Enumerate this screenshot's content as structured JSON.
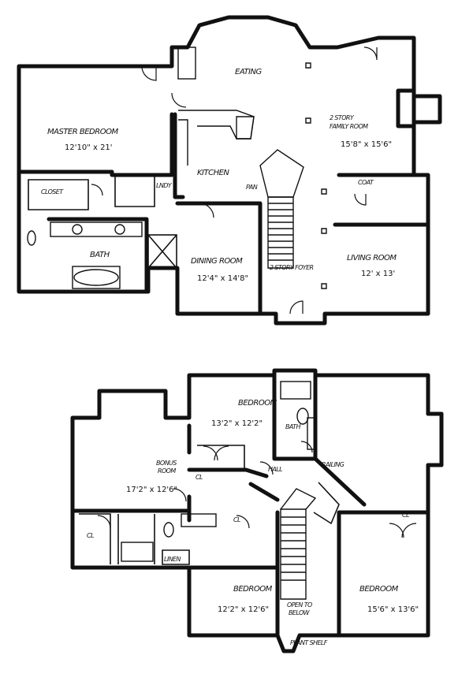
{
  "first_floor": {
    "bay_label": "EATING",
    "family_label_1": "2 STORY",
    "family_label_2": "FAMILY ROOM",
    "family_dim": "15'8\" x 15'6\"",
    "master_label": "MASTER BEDROOM",
    "master_dim": "12'10\" x 21'",
    "kitchen_label": "KITCHEN",
    "closet_label": "CLOSET",
    "laundry_label": "LNDY",
    "bath_label": "BATH",
    "dining_label": "DINING ROOM",
    "dining_dim": "12'4\" x 14'8\"",
    "living_label": "LIVING ROOM",
    "living_dim": "12' x 13'",
    "foyer_label": "2 STORY FOYER",
    "pantry_label": "PAN",
    "coat_label": "COAT"
  },
  "second_floor": {
    "bonus_label_1": "BONUS",
    "bonus_label_2": "ROOM",
    "bonus_dim": "17'2\" x 12'6\"",
    "bed_top_label": "BEDROOM",
    "bed_top_dim": "13'2\" x 12'2\"",
    "bath_label": "BATH",
    "hall_label": "HALL",
    "railing_label": "RAILING",
    "bed_left_label": "BEDROOM",
    "bed_left_dim": "12'2\" x 12'6\"",
    "bed_right_label": "BEDROOM",
    "bed_right_dim": "15'6\" x 13'6\"",
    "open_label_1": "OPEN TO",
    "open_label_2": "BELOW",
    "plant_shelf": "PLANT SHELF",
    "closet_labels": [
      "CL",
      "CL",
      "CL",
      "CL"
    ],
    "linen_label": "LINEN"
  }
}
